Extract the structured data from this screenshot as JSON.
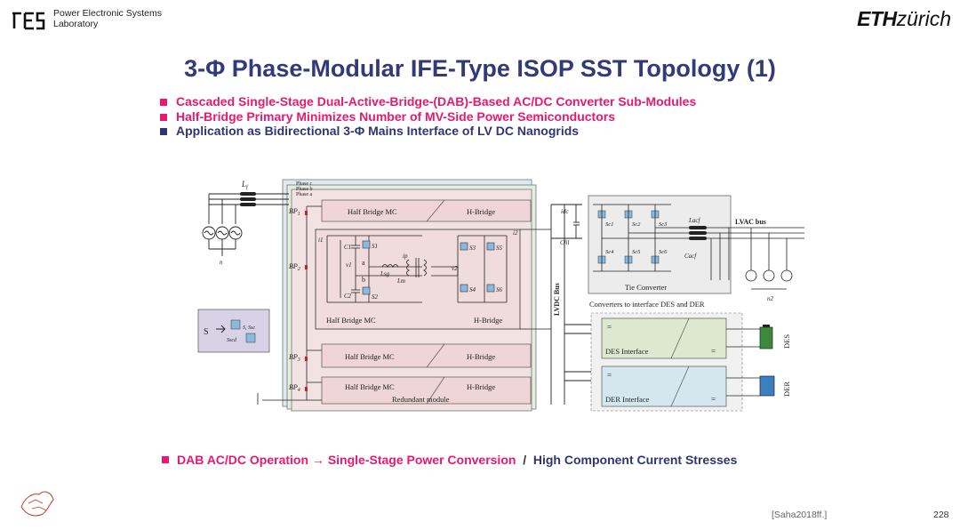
{
  "header": {
    "lab_logo": "PES",
    "lab_line1": "Power Electronic Systems",
    "lab_line2": "Laboratory",
    "eth_bold": "ETH",
    "eth_rest": "zürich"
  },
  "title": "3-Φ Phase-Modular IFE-Type ISOP SST Topology (1)",
  "bullets": [
    {
      "text": "Cascaded Single-Stage Dual-Active-Bridge-(DAB)-Based AC/DC Converter Sub-Modules",
      "color": "#e8196e"
    },
    {
      "text": "Half-Bridge Primary Minimizes Number of MV-Side Power Semiconductors",
      "color": "#e8196e"
    },
    {
      "text": "Application as Bidirectional 3-Φ Mains Interface of LV DC Nanogrids",
      "color": "#2f3574"
    }
  ],
  "diagram": {
    "phase_c": "Phase c",
    "phase_b": "Phase b",
    "phase_a": "Phase a",
    "lf": "L",
    "lf_sub": "f",
    "bp1": "BP",
    "bp1_sub": "1",
    "bp2": "BP",
    "bp2_sub": "2",
    "bp3": "BP",
    "bp3_sub": "3",
    "bp4": "BP",
    "bp4_sub": "4",
    "half_bridge_mc": "Half Bridge MC",
    "h_bridge": "H-Bridge",
    "half_bridge_mc_inner": "Half Bridge MC",
    "h_bridge_inner": "H-Bridge",
    "redundant_module": "Redundant module",
    "c1": "C1",
    "c2": "C2",
    "s1": "S1",
    "s2": "S2",
    "s3": "S3",
    "s4": "S4",
    "s5": "S5",
    "s6": "S6",
    "a": "a",
    "b": "b",
    "lsg": "Lsg",
    "lm": "Lm",
    "ip": "ip",
    "i1": "i1",
    "i2": "i2",
    "v1": "v1",
    "v2": "v2",
    "idc": "idc",
    "cfil": "Cfil",
    "lvdc_bus": "LVDC Bus",
    "lvac_bus": "LVAC bus",
    "sc1": "Sc1",
    "sc2": "Sc2",
    "sc3": "Sc3",
    "sc4": "Sc4",
    "sc5": "Sc5",
    "sc6": "Sc6",
    "lacf": "Lacf",
    "cacf": "Cacf",
    "tie_converter": "Tie Converter",
    "n2": "n2",
    "n": "n",
    "converters_label": "Converters to interface DES and DER",
    "des_interface": "DES Interface",
    "der_interface": "DER Interface",
    "des": "DES",
    "der": "DER",
    "eq": "=",
    "inset_s": "S",
    "inset_ssc": "S, Ssc",
    "inset_scd": "Sscd"
  },
  "bottom": {
    "part1": "DAB AC/DC Operation → Single-Stage Power Conversion",
    "sep": "/",
    "part2": "High Component Current Stresses"
  },
  "citation": "[Saha2018ff.]",
  "page_number": "228",
  "colors": {
    "accent_pink": "#e8196e",
    "accent_navy": "#2f3574"
  }
}
